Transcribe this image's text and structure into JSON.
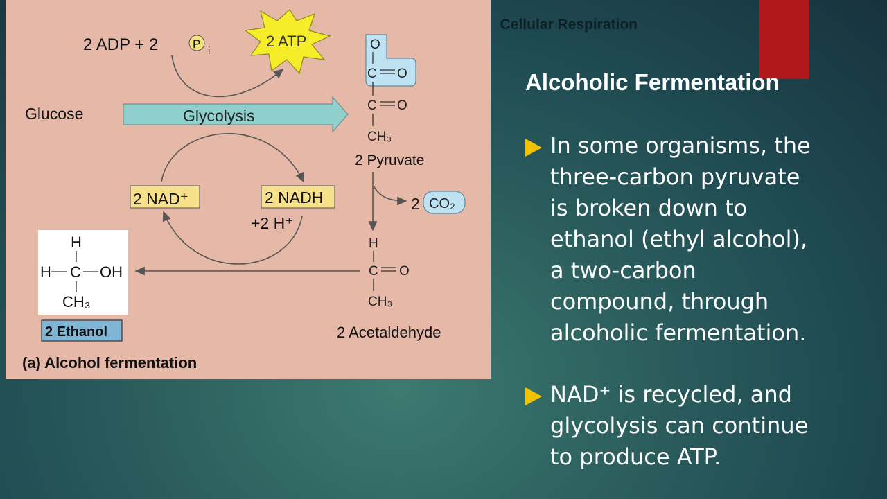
{
  "header": {
    "title": "Cellular Respiration"
  },
  "slide": {
    "title": "Alcoholic Fermentation",
    "bullets": [
      {
        "lines": [
          "In some organisms, the",
          "three-carbon pyruvate",
          "is broken down to",
          "ethanol (ethyl alcohol),",
          "a two-carbon",
          "compound, through",
          "alcoholic fermentation."
        ]
      },
      {
        "lines": [
          "NAD⁺ is recycled, and",
          "glycolysis can continue",
          "to produce ATP."
        ]
      }
    ]
  },
  "figure": {
    "adp": "2 ADP + 2",
    "pi_p": "P",
    "pi_sub": "i",
    "atp": "2 ATP",
    "glucose": "Glucose",
    "glycolysis": "Glycolysis",
    "pyruvate": "2 Pyruvate",
    "nad": "2 NAD⁺",
    "nadh": "2 NADH",
    "h_plus": "+2 H⁺",
    "co2_coef": "2",
    "co2": "CO₂",
    "acetaldehyde": "2 Acetaldehyde",
    "ethanol": "2 Ethanol",
    "caption": "(a) Alcohol fermentation",
    "pyruvate_atoms": {
      "o_minus": "O⁻",
      "c1": "C",
      "o1": "O",
      "c2": "C",
      "o2": "O",
      "ch3": "CH₃"
    },
    "acetaldehyde_atoms": {
      "h": "H",
      "c": "C",
      "o": "O",
      "ch3": "CH₃"
    },
    "ethanol_atoms": {
      "h_top": "H",
      "h_left": "H",
      "c": "C",
      "oh": "OH",
      "ch3": "CH₃"
    }
  },
  "colors": {
    "accent_red": "#b0171a",
    "bullet_arrow": "#f2c200",
    "figure_bg": "#e6b8a8",
    "atp_burst": "#f5ec2a",
    "nad_box": "#f7e08a",
    "glycolysis_arrow": "#8fcfcc",
    "molecule_box": "#bfe2f2",
    "ethanol_label_bg": "#7fb6d6"
  }
}
